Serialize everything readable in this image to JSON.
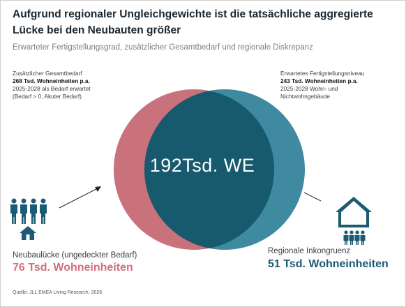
{
  "title": "Aufgrund regionaler Ungleichgewichte ist die tatsächliche aggregierte Lücke bei den Neubauten größer",
  "subtitle": "Erwarteter Fertigstellungsgrad, zusätzlicher Gesamtbedarf und regionale Diskrepanz",
  "left_set": {
    "heading": "Zusätzlicher Gesamtbedarf",
    "value": "268 Tsd. Wohneinheiten p.a.",
    "detail1": "2025-2028 als Bedarf erwartet",
    "detail2": "(Bedarf > 0; Akuter Bedarf)"
  },
  "right_set": {
    "heading": "Erwartetes Fertigstellungsniveau",
    "value": "243 Tsd. Wohneinheiten p.a.",
    "detail1": "2025-2028 Wohn- und",
    "detail2": "Nichtwohngebäude"
  },
  "intersection": {
    "label": "192Tsd. WE"
  },
  "left_gap": {
    "caption": "Neubaulücke (ungedeckter Bedarf)",
    "value": "76 Tsd. Wohneinheiten"
  },
  "right_gap": {
    "caption": "Regionale Inkongruenz",
    "value": "51 Tsd. Wohneinheiten"
  },
  "source": "Quelle: JLL EMEA Living Research, 2026",
  "colors": {
    "left_circle": "#c9727c",
    "right_circle": "#3f8aa0",
    "intersection": "#175a6e",
    "left_accent": "#d0707a",
    "right_accent": "#1d5a73",
    "icon": "#1d5a73"
  }
}
